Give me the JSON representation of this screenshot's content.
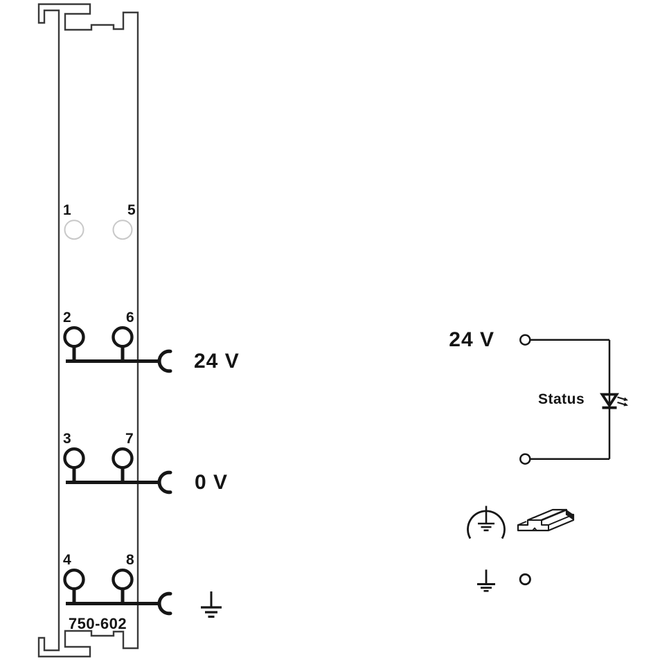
{
  "diagram": {
    "description": "Wiring diagram of a bus terminal module with internal supply schematic"
  },
  "module": {
    "part_number": "750-602",
    "terminal_numbers": {
      "n1": "1",
      "n2": "2",
      "n3": "3",
      "n4": "4",
      "n5": "5",
      "n6": "6",
      "n7": "7",
      "n8": "8"
    },
    "rail_labels": {
      "supply": "24 V",
      "zero": "0 V"
    }
  },
  "schematic": {
    "supply_label": "24 V",
    "led_label": "Status"
  },
  "icons": {
    "earth": "earth-ground-icon",
    "protective_earth": "earth-dome-icon",
    "din_rail": "din-rail-3d-icon",
    "led": "led-diode-icon",
    "connector": "clamp-contact-icon"
  },
  "colors": {
    "line": "#161616",
    "outline": "#3a3a3a",
    "inactive_terminal": "#c8c8c8",
    "background": "#ffffff"
  }
}
